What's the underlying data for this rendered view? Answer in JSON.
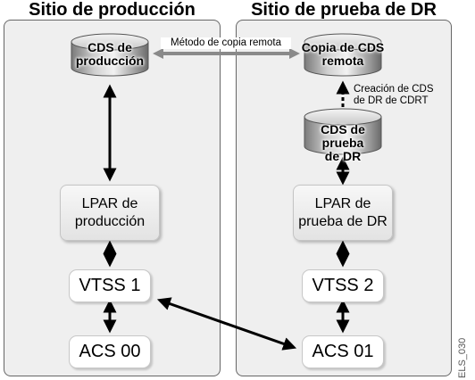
{
  "production_site": {
    "title": "Sitio de producción",
    "cds": "CDS de\nproducción",
    "lpar": "LPAR de\nproducción",
    "vtss": "VTSS 1",
    "acs": "ACS 00"
  },
  "dr_site": {
    "title": "Sitio de prueba de DR",
    "remote_cds": "Copia de CDS\nremota",
    "cdrt_label": "Creación de CDS\nde DR de CDRT",
    "test_cds": "CDS de prueba\nde DR",
    "lpar": "LPAR de\nprueba de DR",
    "vtss": "VTSS 2",
    "acs": "ACS 01"
  },
  "remote_copy_label": "Método de copia remota",
  "figure_id": "ELS_030"
}
